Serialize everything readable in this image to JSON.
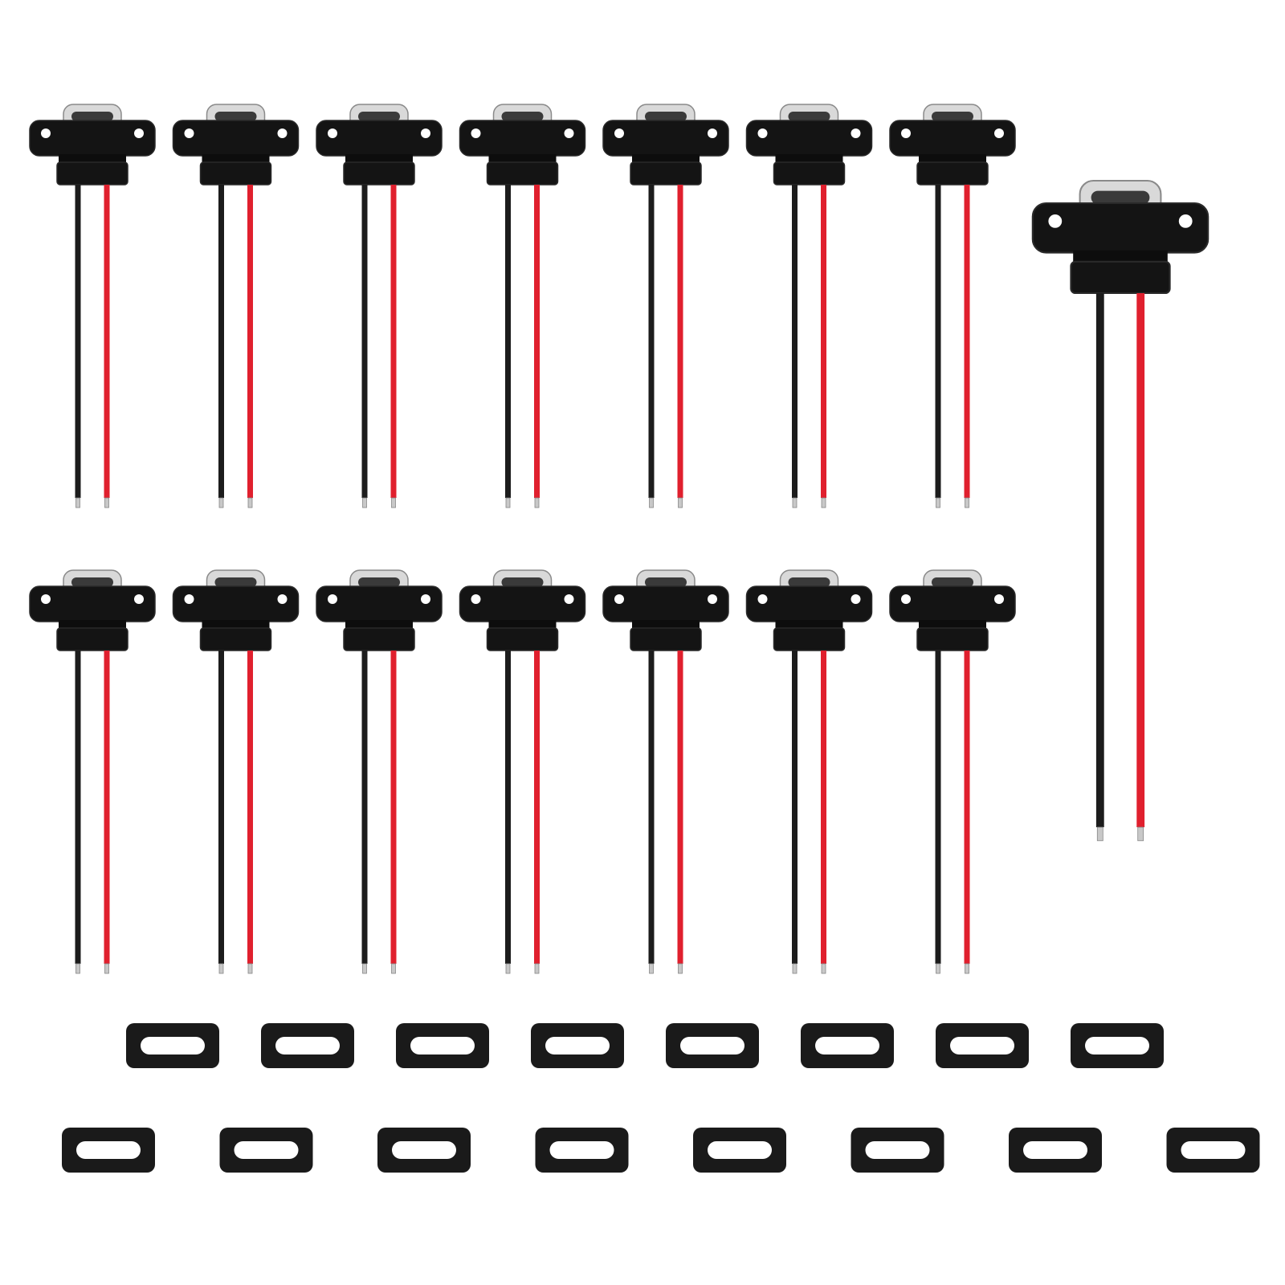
{
  "scene": {
    "background": "#ffffff",
    "connector_icon": "usb-c-panel-mount-connector-icon",
    "gasket_icon": "rubber-gasket-ring-icon",
    "colors": {
      "housing": "#141414",
      "housing_edge": "#2a2a2a",
      "port_metal": "#d9d9d9",
      "port_slot": "#3a3a3a",
      "wire_black": "#1c1c1c",
      "wire_red": "#e0202e",
      "wire_tip": "#c8c8c8",
      "gasket": "#1a1a1a",
      "gasket_hole": "#ffffff"
    },
    "small_connector_rows": 2,
    "small_connectors_per_row": 7,
    "large_connector_count": 1,
    "gasket_rows": 2,
    "gaskets_per_row": 8
  }
}
